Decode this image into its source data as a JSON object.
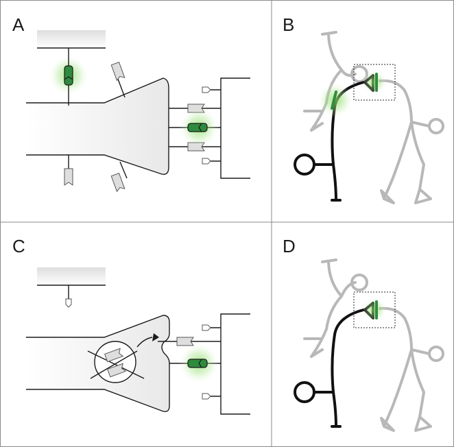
{
  "figure": {
    "panels": [
      {
        "id": "A",
        "label": "A"
      },
      {
        "id": "B",
        "label": "B"
      },
      {
        "id": "C",
        "label": "C"
      },
      {
        "id": "D",
        "label": "D"
      }
    ],
    "colors": {
      "receptor_active": "#2e8b3e",
      "receptor_inactive": "#dedede",
      "glow": "#7ed957",
      "neuron_active": "#111111",
      "neuron_inactive": "#b8b8b8",
      "border": "#8a8a8a"
    }
  }
}
